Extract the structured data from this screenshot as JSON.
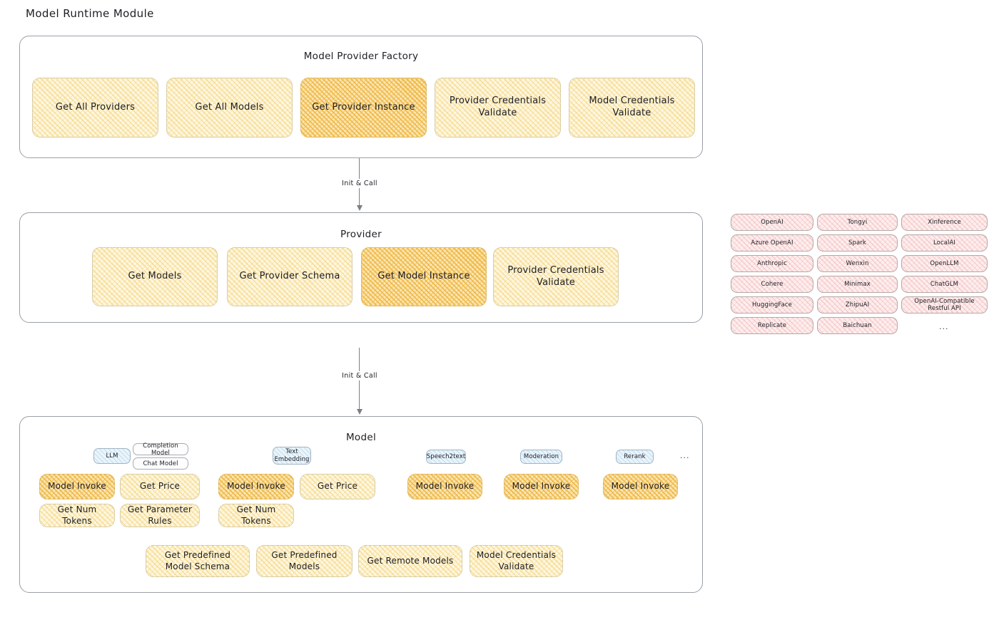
{
  "page": {
    "title": "Model Runtime Module"
  },
  "factory": {
    "title": "Model Provider Factory",
    "nodes": [
      {
        "label": "Get All Providers",
        "highlight": false
      },
      {
        "label": "Get All Models",
        "highlight": false
      },
      {
        "label": "Get Provider Instance",
        "highlight": true
      },
      {
        "label": "Provider Credentials Validate",
        "highlight": false
      },
      {
        "label": "Model Credentials Validate",
        "highlight": false
      }
    ]
  },
  "connector1": {
    "label": "Init & Call"
  },
  "provider": {
    "title": "Provider",
    "nodes": [
      {
        "label": "Get Models",
        "highlight": false
      },
      {
        "label": "Get Provider Schema",
        "highlight": false
      },
      {
        "label": "Get Model Instance",
        "highlight": true
      },
      {
        "label": "Provider Credentials Validate",
        "highlight": false
      }
    ]
  },
  "provider_list": {
    "col1": [
      "OpenAI",
      "Azure OpenAI",
      "Anthropic",
      "Cohere",
      "HuggingFace",
      "Replicate"
    ],
    "col2": [
      "Tongyi",
      "Spark",
      "Wenxin",
      "Minimax",
      "ZhipuAI",
      "Baichuan"
    ],
    "col3": [
      "Xinference",
      "LocalAI",
      "OpenLLM",
      "ChatGLM",
      "OpenAI-Compatible Restful API"
    ],
    "more": "..."
  },
  "connector2": {
    "label": "Init & Call"
  },
  "model": {
    "title": "Model",
    "types": {
      "llm": "LLM",
      "completion_model": "Completion Model",
      "chat_model": "Chat Model",
      "text_embedding": "Text Embedding",
      "speech2text": "Speech2text",
      "moderation": "Moderation",
      "rerank": "Rerank",
      "more": "..."
    },
    "llm_ops": [
      "Model Invoke",
      "Get Price",
      "Get Num Tokens",
      "Get Parameter Rules"
    ],
    "embedding_ops": [
      "Model Invoke",
      "Get Price",
      "Get Num Tokens"
    ],
    "speech2text_ops": [
      "Model Invoke"
    ],
    "moderation_ops": [
      "Model Invoke"
    ],
    "rerank_ops": [
      "Model Invoke"
    ],
    "common_ops": [
      "Get Predefined Model Schema",
      "Get Predefined Models",
      "Get Remote Models",
      "Model Credentials Validate"
    ]
  },
  "colors": {
    "node_fill": "#fdf7e0",
    "node_highlight": "#fbe6b4",
    "badge_fill": "#eaf4fb",
    "chip_fill": "#fdeeee",
    "card_border": "#9aa0a6"
  }
}
